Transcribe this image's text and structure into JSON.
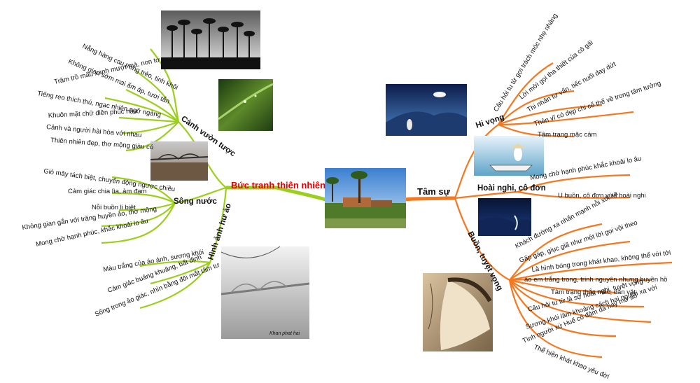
{
  "central": {
    "title": "Bức tranh thiên nhiên",
    "title_color": "#e00000"
  },
  "right_topic": {
    "title": "Tâm sự"
  },
  "colors": {
    "left_branch": "#9ccf1b",
    "right_branch": "#f4781f"
  },
  "branches": {
    "canh_vuon_truoc": {
      "label": "Cảnh vườn tược",
      "items": [
        "Nắng hàng cau trong trẻo, tinh khôi",
        "Không gian sớm mai ấm áp, tươi tắn",
        "Trầm trồ màu xanh mượt mà, non tơ",
        "Tiếng reo thích thú, ngạc nhiên ngỡ ngàng",
        "Khuôn mặt chữ điền phúc hậu",
        "Cảnh và người hài hòa với nhau",
        "Thiên nhiên đẹp, thơ mộng giàu có"
      ]
    },
    "song_nuoc": {
      "label": "Sông nước",
      "items": [
        "Gió mây tách biệt, chuyển động ngược chiều",
        "Cảm giác chia lìa, ảm đạm",
        "Nỗi buồn li biệt",
        "Không gian gắn với trăng huyền ảo, thơ mộng",
        "Mong chờ hạnh phúc, khắc khoải lo âu"
      ]
    },
    "hinh_anh_hu_ao": {
      "label": "Hình ảnh hư ảo",
      "items": [
        "Màu trắng của áo ánh, sương khói",
        "Cảm giác buâng khuâng, bất định",
        "Sống trong ảo giác, nhìn bằng đôi mắt tâm tư"
      ]
    },
    "hi_vong": {
      "label": "Hi vọng",
      "items": [
        "Câu hỏi tu từ gợi trách móc nhẹ nhàng",
        "Lời mời gọi tha thiết của cô gái",
        "Thi nhân tự vấn, tiếc nuối day dứt",
        "Thôn vĩ có đẹp chi cổ thể về trong tâm tưởng",
        "Tâm trạng mặc cảm"
      ]
    },
    "hoai_nghi": {
      "label": "Hoài nghi, cô đơn",
      "items": [
        "Mong chờ hạnh phúc khắc khoải lo âu",
        "U buồn, cô đơn vừa hoài nghi"
      ]
    },
    "buon_tuyet_vong": {
      "label": "Buồn, tuyệt vọng",
      "items": [
        "Khách đường xa nhấn mạnh nỗi xót xa",
        "Gấp gáp, giục giã như một lời gọi vội theo",
        "Là hình bóng trong khát khao, không thể với tới",
        "áo em trắng trong, trinh nguyên nhưng huyền hồ",
        "Tâm trạng thắc mắc, dằn vặt",
        "Câu hỏi tu từ là sự hoài nghi, tuyệt vọng",
        "Sương khói làm khoảng cách hai người xa với",
        "Tình người xứ Huế có đậm đà hay mờ ảo",
        "Thể hiện khát khao yêu đời"
      ]
    }
  },
  "images": {
    "palms": "palm-trees-sunset-photo",
    "leaf": "green-leaf-dew-photo",
    "bridge": "river-bridge-photo",
    "fog": "misty-bridge-photo",
    "fog_caption": "Khan phat hai",
    "village": "village-landscape-photo",
    "moon": "moon-over-river-photo",
    "boat": "girl-on-boat-photo",
    "night": "night-river-photo",
    "woman": "woman-portrait-photo"
  }
}
